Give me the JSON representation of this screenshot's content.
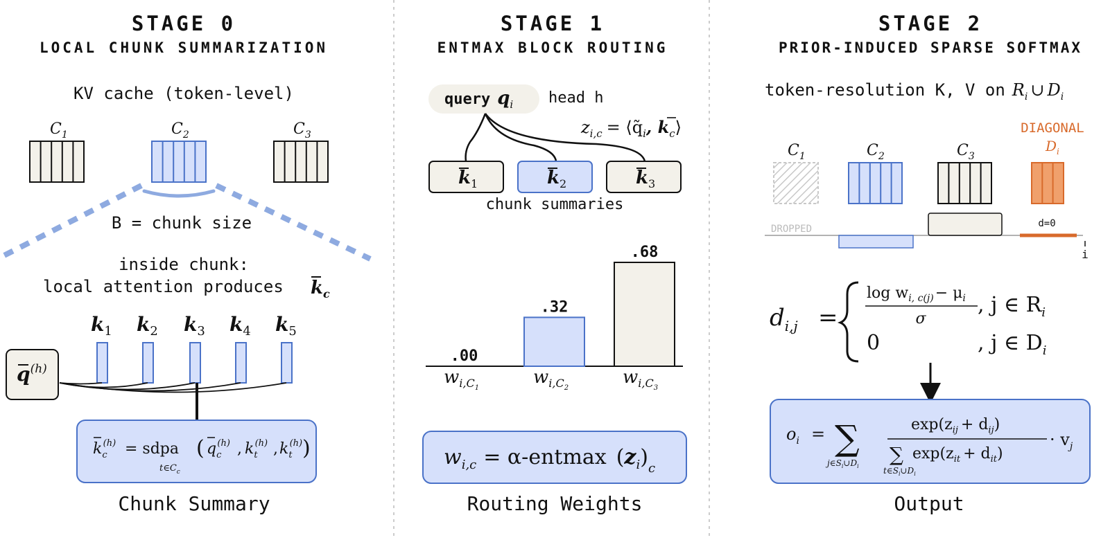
{
  "stage0": {
    "title": "STAGE 0",
    "subtitle": "LOCAL CHUNK SUMMARIZATION",
    "kv_label": "KV cache (token-level)",
    "chunk_labels": [
      "C",
      "C",
      "C"
    ],
    "chunk_subs": [
      "1",
      "2",
      "3"
    ],
    "chunk_size_label": "B = chunk size",
    "inside_line1": "inside chunk:",
    "inside_line2": "local attention produces",
    "kbar_sym": "k",
    "kbar_sub": "c",
    "keys": [
      "k",
      "k",
      "k",
      "k",
      "k"
    ],
    "key_subs": [
      "1",
      "2",
      "3",
      "4",
      "5"
    ],
    "query_sym": "q",
    "query_sup": "(h)",
    "formula_lhs": "k",
    "formula_lhs_sub": "c",
    "formula_lhs_sup": "(h)",
    "formula_eq": "= sdpa",
    "formula_under": "t∈C",
    "formula_under_sub": "c",
    "formula_args": "q",
    "formula_args_rest": "k",
    "formula_sup": "(h)",
    "formula_arg_sub_c": "c",
    "formula_arg_sub_t": "t",
    "formula_comma": ",",
    "caption": "Chunk Summary"
  },
  "stage1": {
    "title": "STAGE 1",
    "subtitle": "ENTMAX BLOCK ROUTING",
    "query_word": "query",
    "query_sym": "q",
    "query_sub": "i",
    "head_label": "head h",
    "z_lhs": "z",
    "z_sub": "i,c",
    "z_rhs": "= ⟨q̃",
    "z_rhs_sub": "i",
    "z_rhs_k": ", k",
    "z_rhs_k_sub": "c",
    "z_close": "⟩",
    "summary_syms": [
      "k",
      "k",
      "k"
    ],
    "summary_subs": [
      "1",
      "2",
      "3"
    ],
    "summaries_label": "chunk summaries",
    "weight_sym": "w",
    "weight_sub": "i,",
    "formula_lhs": "w",
    "formula_lhs_sub": "i,c",
    "formula_eq": "= α-entmax",
    "formula_arg": "z",
    "formula_arg_sub": "i",
    "formula_outer_sub": "c",
    "caption": "Routing Weights"
  },
  "stage2": {
    "title": "STAGE 2",
    "subtitle": "PRIOR-INDUCED SPARSE SOFTMAX",
    "token_label": "token-resolution K, V on",
    "token_union_r": "R",
    "token_union_r_sub": "i",
    "token_union_op": "∪",
    "token_union_d": "D",
    "token_union_d_sub": "i",
    "diag_label": "DIAGONAL",
    "diag_sym": "D",
    "diag_sub": "i",
    "dropped_label": "DROPPED",
    "d0_label": "d=0",
    "i_label": "i",
    "d_lhs": "d",
    "d_lhs_sub": "i,j",
    "d_eq": "=",
    "d_num": "log w",
    "d_num_sub": "i, c(j)",
    "d_num_rest": "− μ",
    "d_num_rest_sub": "i",
    "d_den": "σ",
    "d_case1": ", j ∈ R",
    "d_case1_sub": "i",
    "d_zero": "0",
    "d_case2": ", j ∈ D",
    "d_case2_sub": "i",
    "o_lhs": "o",
    "o_lhs_sub": "i",
    "o_eq": "=",
    "o_sum": "∑",
    "o_sum_under": "j∈S",
    "o_sum_under_sub": "i",
    "o_sum_under_rest": "∪D",
    "o_sum_under_rest_sub": "i",
    "o_num": "exp(z",
    "o_num_sub1": "ij",
    "o_num_plus": "+ d",
    "o_num_sub2": "ij",
    "o_num_close": ")",
    "o_den_sum": "∑",
    "o_den": "exp(z",
    "o_den_sub1": "it",
    "o_den_plus": "+ d",
    "o_den_sub2": "it",
    "o_den_close": ")",
    "o_den_under": "t∈S",
    "o_den_under_sub": "i",
    "o_den_under_rest": "∪D",
    "o_den_under_rest_sub": "i",
    "o_dot": "· v",
    "o_dot_sub": "j",
    "caption": "Output"
  },
  "chart_data": {
    "type": "bar",
    "categories": [
      "w_i,C1",
      "w_i,C2",
      "w_i,C3"
    ],
    "values": [
      0.0,
      0.32,
      0.68
    ],
    "value_labels": [
      ".00",
      ".32",
      ".68"
    ],
    "ylim": [
      0,
      0.68
    ],
    "title": "",
    "xlabel": "",
    "ylabel": "",
    "grid": false
  },
  "colors": {
    "blue_fill": "#d6e0fb",
    "blue_stroke": "#4a72c8",
    "blue_light": "#8eaae0",
    "cream_fill": "#f3f1ea",
    "dark": "#111111",
    "orange": "#d86a2b",
    "orange_fill": "#f0a06c",
    "grey": "#bbbbbb",
    "divider": "#cccccc"
  }
}
